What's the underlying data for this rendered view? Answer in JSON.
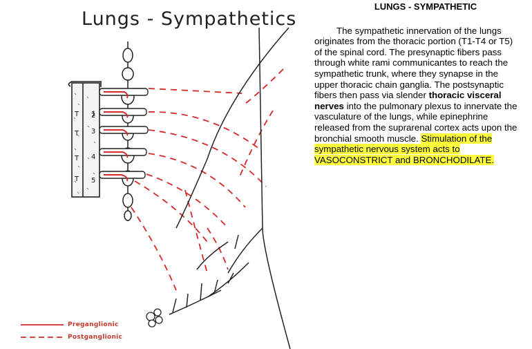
{
  "figure": {
    "title": "Lungs - Sympathetics",
    "segments": [
      "T",
      "1",
      "T",
      "2",
      "T",
      "3",
      "T",
      "4",
      "T",
      "5"
    ],
    "legend": {
      "preganglionic": "Preganglionic",
      "postganglionic": "Postganglionic"
    },
    "colors": {
      "nerve_red": "#d62828",
      "outline": "#222222",
      "highlight": "#ffff3b"
    }
  },
  "text": {
    "heading": "LUNGS - SYMPATHETIC",
    "para_part1": "The sympathetic innervation of the lungs originates from the thoracic portion (T1-T4 or T5) of the spinal cord. The presynaptic fibers pass through white rami communicantes to reach the sympathetic trunk, where they synapse in the upper thoracic chain ganglia. The postsynaptic fibers then pass via slender ",
    "para_bold": "thoracic visceral nerves",
    "para_part2": " into the pulmonary plexus to innervate the vasculature of the lungs, while epinephrine released from the suprarenal cortex acts upon the bronchial smooth muscle. ",
    "para_highlight": "Stimulation of the sympathetic nervous system acts to VASOCONSTRICT and BRONCHODILATE."
  }
}
